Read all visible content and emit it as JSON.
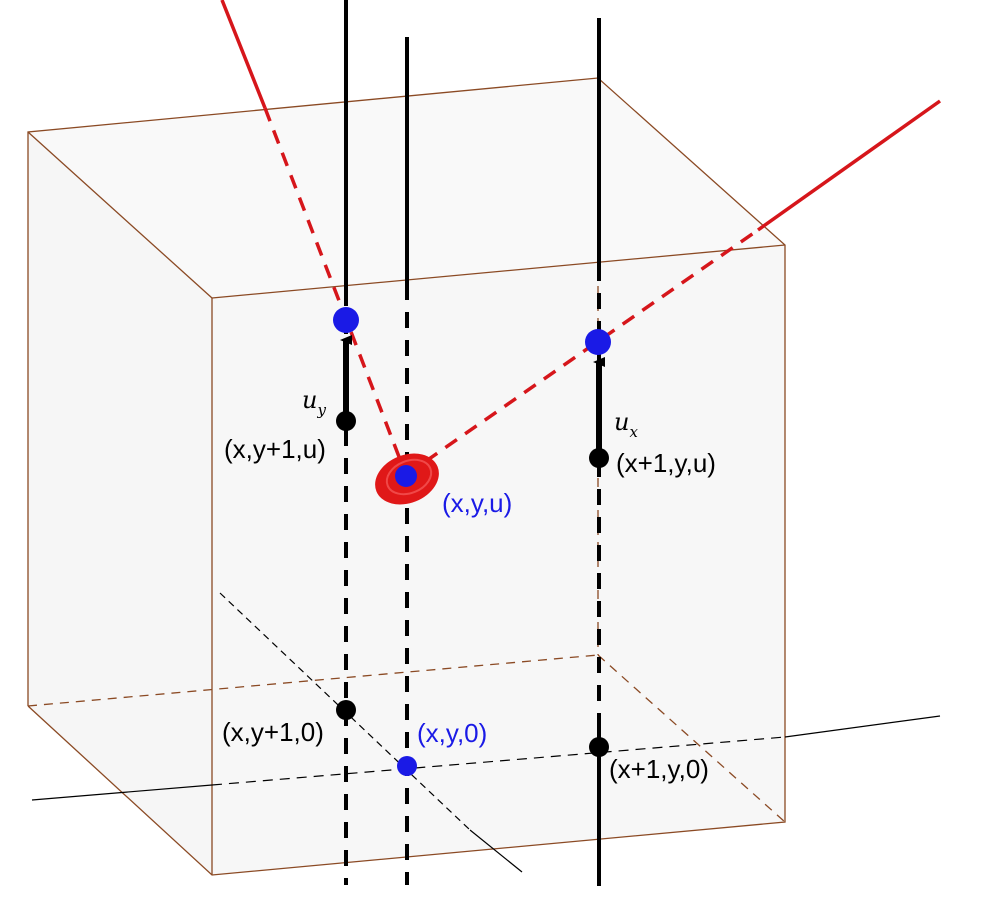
{
  "colors": {
    "background": "#ffffff",
    "cube_face": "#f7f7f7",
    "cube_edge": "#8b4a24",
    "ray": "#d6161b",
    "vertical_line": "#000000",
    "black_point": "#000000",
    "blue_point": "#1a1ae6",
    "blue_label": "#1a1ae6",
    "highlight_blob": "#e01818"
  },
  "points": {
    "center_top": {
      "label": "(x,y,u)",
      "color": "blue"
    },
    "center_bottom": {
      "label": "(x,y,0)",
      "color": "blue"
    },
    "y_neighbor_top": {
      "label": "(x,y+1,u)",
      "color": "black"
    },
    "y_neighbor_bottom": {
      "label": "(x,y+1,0)",
      "color": "black"
    },
    "x_neighbor_top": {
      "label": "(x+1,y,u)",
      "color": "black"
    },
    "x_neighbor_bottom": {
      "label": "(x+1,y,0)",
      "color": "black"
    }
  },
  "vectors": {
    "u_y": {
      "symbol": "u",
      "subscript": "y"
    },
    "u_x": {
      "symbol": "u",
      "subscript": "x"
    }
  },
  "icons": {
    "highlight": "red-ellipse-blob",
    "arrows": "arrowhead"
  }
}
